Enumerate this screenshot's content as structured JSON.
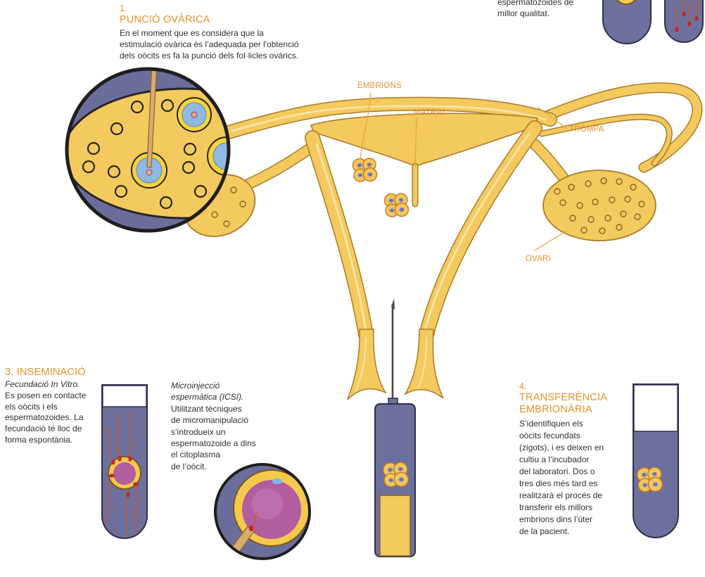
{
  "step1": {
    "number": "1.",
    "title": "PUNCIÓ OVÀRICA",
    "lines": [
      "En el moment que es considera que la",
      "estimulació ovàrica és l’adequada per l'obtenció",
      "dels oòcits es fa la punció dels fol·licles ovàrics."
    ]
  },
  "step2_fragment": {
    "lines": [
      "espermatozoides de",
      "millor qualitat."
    ]
  },
  "labels": {
    "embryos": "EMBRIONS",
    "uterus": "MATRIU",
    "fallopian_tube": "TROMPA",
    "ovary": "OVARI"
  },
  "step3": {
    "title": "3. INSEMINACIÓ",
    "subtitle": "Fecundació In Vitro.",
    "lines": [
      "Es posen en contacte",
      "els oòcits i els",
      "espermatozoides. La",
      "fecundació té lloc de",
      "forma espontània."
    ]
  },
  "icsi": {
    "title_lines": [
      "Microinjecció",
      "espermàtica (ICSI)."
    ],
    "lines": [
      "Utilitzant tècniques",
      "de micromanipulació",
      "s’introdueix un",
      "espermatozoide a dins",
      "el citoplasma",
      "de l’oòcit."
    ]
  },
  "step4": {
    "number": "4.",
    "title_lines": [
      "TRANSFERÈNCIA",
      "EMBRIONÀRIA"
    ],
    "lines": [
      "S’identifiquen els",
      "oòcits fecundats",
      "(zigots), i es deixen en",
      "cultiu a l’incubador",
      "del laboratori. Dos o",
      "tres dies més tard es",
      "realitzarà el procés de",
      "transferir els millors",
      "embrions dins l’úter",
      "de la pacient."
    ]
  },
  "colors": {
    "accent": "#e8912a",
    "tissue": "#f4c95d",
    "tube": "#6d6f9c",
    "cytoplasm": "#b25d9d",
    "zona": "#f5c94c"
  }
}
